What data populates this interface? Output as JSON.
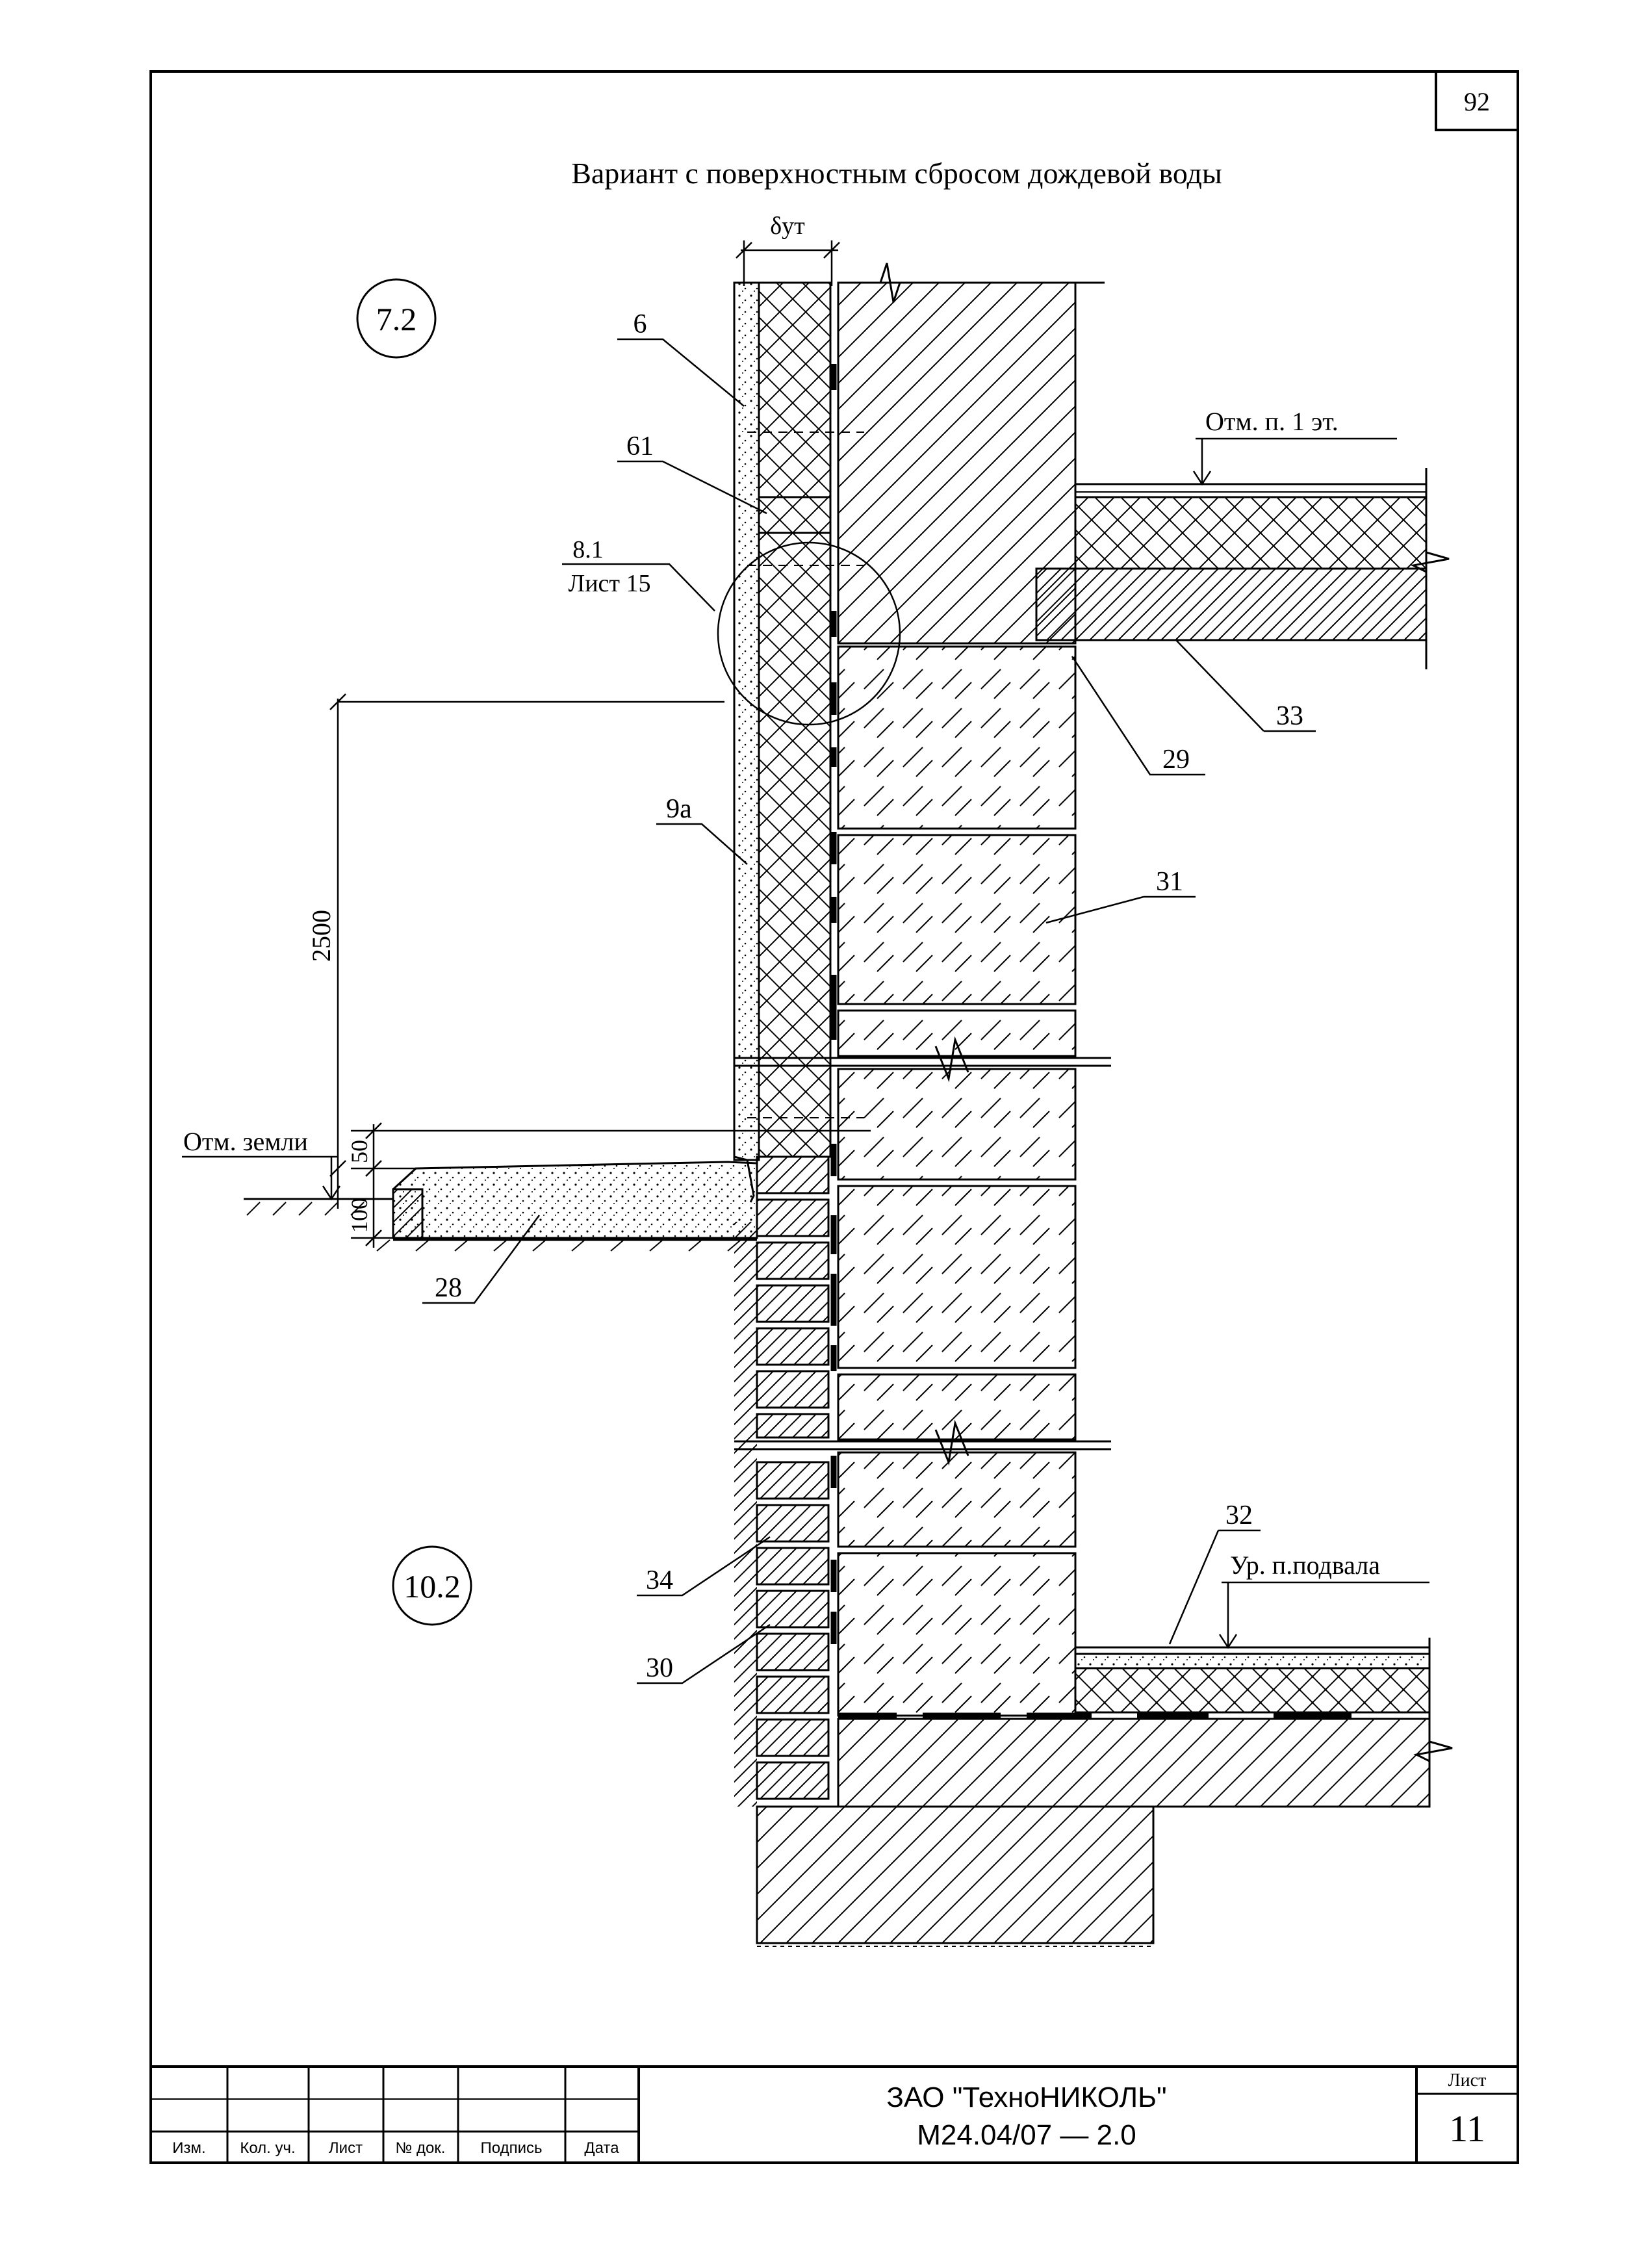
{
  "sheet_number": "92",
  "title": "Вариант с поверхностным сбросом дождевой воды",
  "node_markers": {
    "top": "7.2",
    "bottom": "10.2"
  },
  "thickness_label": "δут",
  "callouts": {
    "c6": "6",
    "c61": "61",
    "ref_num": "8.1",
    "ref_sheet": "Лист 15",
    "c9a": "9а",
    "c28": "28",
    "c29": "29",
    "c30": "30",
    "c31": "31",
    "c32": "32",
    "c33": "33",
    "c34": "34"
  },
  "levels": {
    "ground": "Отм. земли",
    "floor1": "Отм. п. 1 эт.",
    "basement": "Ур. п.подвала"
  },
  "dimensions": {
    "d2500": "2500",
    "d50": "50",
    "d100": "100"
  },
  "title_block": {
    "col_headers": [
      "Изм.",
      "Кол. уч.",
      "Лист",
      "№ док.",
      "Подпись",
      "Дата"
    ],
    "company": "ЗАО \"ТехноНИКОЛЬ\"",
    "doc_code": "М24.04/07  —  2.0",
    "sheet_label": "Лист",
    "sheet_value": "11"
  },
  "colors": {
    "line": "#000000",
    "paper": "#ffffff"
  }
}
